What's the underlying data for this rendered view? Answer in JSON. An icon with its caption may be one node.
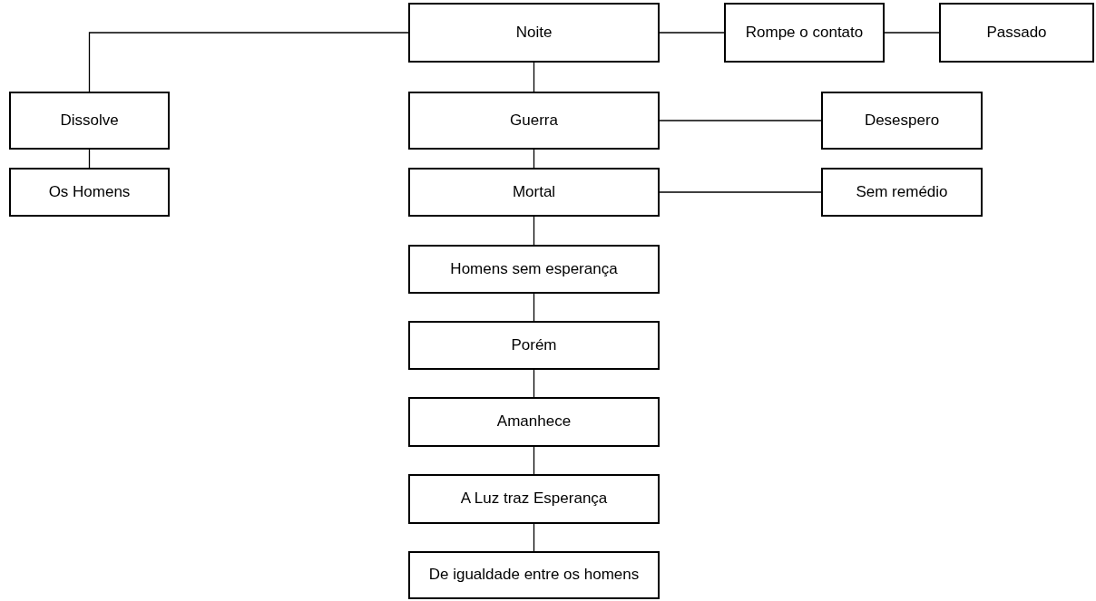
{
  "diagram": {
    "nodes": [
      {
        "text": [
          "Noite"
        ]
      },
      {
        "text": [
          "Rompe o contato"
        ]
      },
      {
        "text": [
          "Passado"
        ]
      },
      {
        "text": [
          "Dissolve"
        ]
      },
      {
        "text": [
          "Guerra"
        ]
      },
      {
        "text": [
          "Desespero"
        ]
      },
      {
        "text": [
          "Os Homens"
        ]
      },
      {
        "text": [
          "Mortal"
        ]
      },
      {
        "text": [
          "Sem remédio"
        ]
      },
      {
        "text": [
          "Homens sem esperança"
        ]
      },
      {
        "text": [
          "Porém"
        ]
      },
      {
        "text": [
          "Amanhece"
        ]
      },
      {
        "text": [
          "A Luz traz Esperança"
        ]
      },
      {
        "text": [
          "De igualdade entre os homens"
        ]
      }
    ],
    "edges": [
      {
        "from": 0,
        "to": 3,
        "arrow": "none"
      },
      {
        "from": 0,
        "to": 1,
        "arrow": "none"
      },
      {
        "from": 1,
        "to": 2,
        "arrow": "none"
      },
      {
        "from": 0,
        "to": 4,
        "arrow": "none"
      },
      {
        "from": 3,
        "to": 6,
        "arrow": "none"
      },
      {
        "from": 4,
        "to": 5,
        "arrow": "none"
      },
      {
        "from": 4,
        "to": 7,
        "arrow": "none"
      },
      {
        "from": 7,
        "to": 8,
        "arrow": "none"
      },
      {
        "from": 7,
        "to": 9,
        "arrow": "none"
      },
      {
        "from": 9,
        "to": 10,
        "arrow": "none"
      },
      {
        "from": 10,
        "to": 11,
        "arrow": "none"
      },
      {
        "from": 11,
        "to": 12,
        "arrow": "none"
      },
      {
        "from": 12,
        "to": 13,
        "arrow": "none"
      }
    ]
  }
}
